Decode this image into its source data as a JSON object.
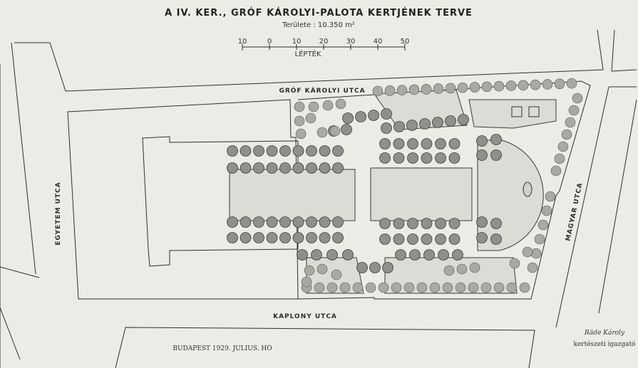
{
  "title": "A IV. KER., GRÓF KÁROLYI-PALOTA KERTJÉNEK TERVE",
  "area": "Területe : 10.350 m²",
  "scale": {
    "label": "LÉPTÉK",
    "ticks": [
      "10",
      "0",
      "10",
      "20",
      "30",
      "40",
      "50"
    ]
  },
  "streets": {
    "north": "GRÓF KÁROLYI UTCA",
    "south": "KAPLONY UTCA",
    "west": "EGYETEM UTCA",
    "east": "MAGYAR UTCA"
  },
  "date": "BUDAPEST 1929. JULIUS. HÓ",
  "signature": {
    "name": "Räde Károly",
    "title": "kertészeti igazgató"
  },
  "colors": {
    "paper": "#ecebe6",
    "ink": "#2f2f2f",
    "tree": "#8f8f8d",
    "lawn": "#dcdbd5"
  }
}
